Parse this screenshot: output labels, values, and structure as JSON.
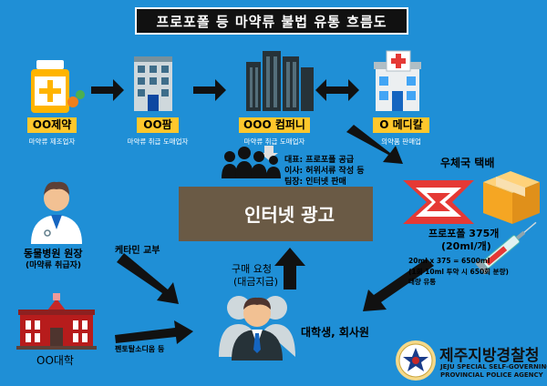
{
  "title": "프로포폴 등 마약류 불법 유통 흐름도",
  "nodes": {
    "pharma": {
      "tag": "OO제약",
      "caption": "마약류 제조업자"
    },
    "wholesaler": {
      "tag": "OO팜",
      "caption": "마약류 취급 도매업자"
    },
    "company": {
      "tag": "OOO 컴퍼니",
      "caption": "마약류 취급 도매업자"
    },
    "medical": {
      "tag": "O 메디칼",
      "caption": "의약품 판매업"
    },
    "vet": {
      "title": "동물병원 원장",
      "subtitle": "(마약류 취급자)"
    },
    "university": {
      "name": "OO대학"
    },
    "students": {
      "name": "대학생, 회사원"
    }
  },
  "company_roles": [
    "대표: 프로포폴 공급",
    "이사: 허위서류 작성 등",
    "팀장: 인터넷 판매"
  ],
  "internet_ad": "인터넷 광고",
  "delivery": {
    "courier": "우체국 택배",
    "product": "프로포폴 375개",
    "unit": "(20ml/개)",
    "calc1": "20ml x 375 = 6500ml",
    "calc2": "(1회 10ml 투약 시 650회 분량)",
    "calc3": "대량 유통"
  },
  "labels": {
    "ketamine": "케타민 교부",
    "purchase1": "구매 요청",
    "purchase2": "(대금지급)",
    "pentotal": "펜토탈소디움 등"
  },
  "agency": {
    "name": "제주지방경찰청",
    "en1": "JEJU SPECIAL SELF-GOVERNING",
    "en2": "PROVINCIAL POLICE AGENCY"
  },
  "colors": {
    "background": "#1f8fd6",
    "tag": "#ffc72c",
    "ad_box": "#6a5a45",
    "arrow": "#111111"
  }
}
